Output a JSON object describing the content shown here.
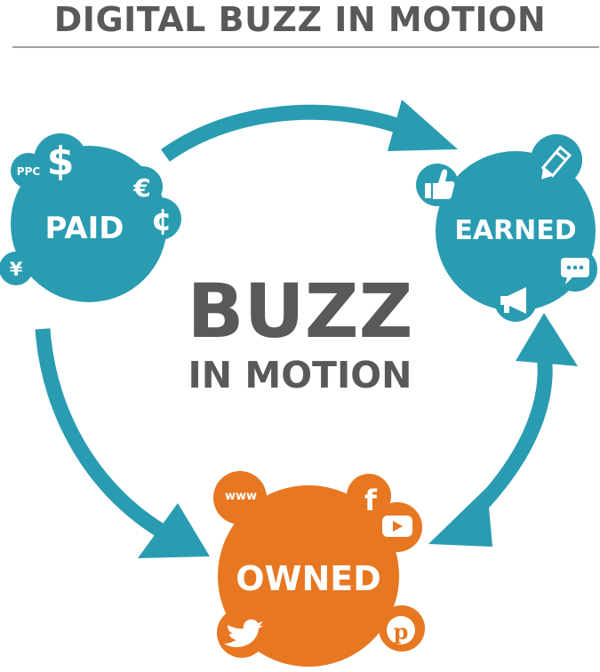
{
  "title": "DIGITAL BUZZ IN MOTION",
  "center": {
    "main": "BUZZ",
    "sub": "IN MOTION"
  },
  "nodes": {
    "paid": {
      "label": "PAID",
      "icons": [
        "PPC",
        "$",
        "€",
        "¢",
        "¥"
      ]
    },
    "earned": {
      "label": "EARNED",
      "icons": [
        "thumbs-up-icon",
        "pencil-icon",
        "speech-bubble-icon",
        "megaphone-icon"
      ]
    },
    "owned": {
      "label": "OWNED",
      "icons": [
        "www",
        "f",
        "youtube-icon",
        "twitter-bird-icon",
        "pinterest-icon"
      ]
    }
  },
  "colors": {
    "teal": "#2a9cb1",
    "orange": "#e87722",
    "gray": "#58595b"
  }
}
